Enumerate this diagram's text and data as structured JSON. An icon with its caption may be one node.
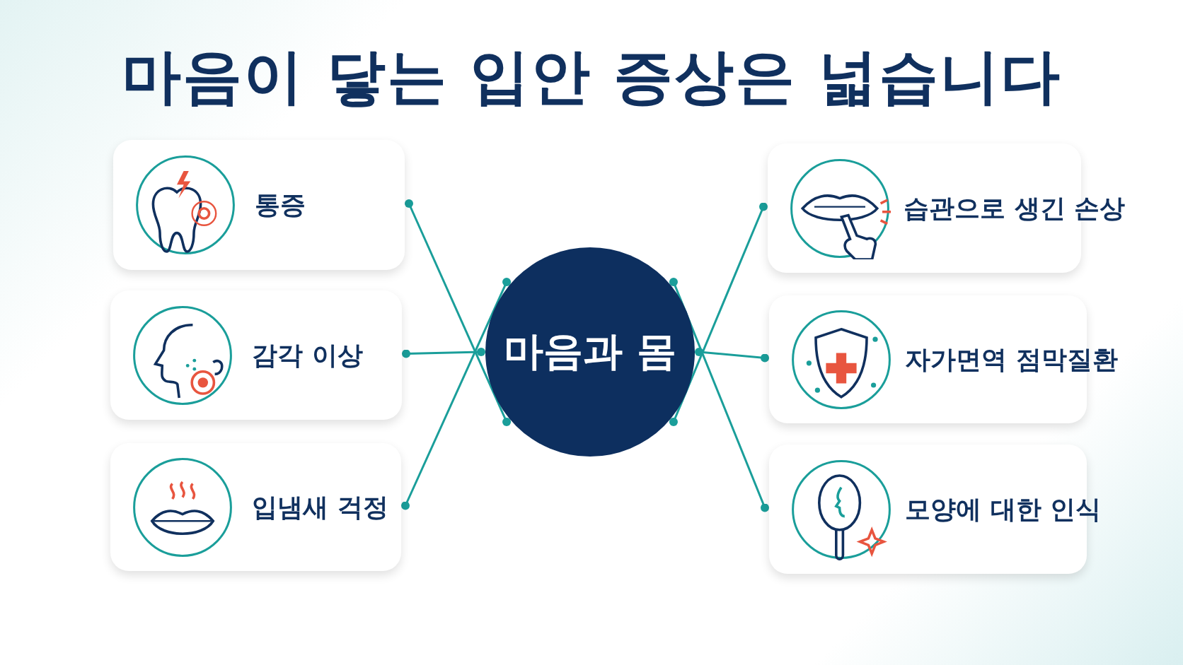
{
  "diagram": {
    "title": "마음이 닿는 입안 증상은 넓습니다",
    "nodes": [
      {
        "text": [
          "마음과 몸"
        ]
      },
      {
        "text": [
          "통증"
        ]
      },
      {
        "text": [
          "감각 이상"
        ]
      },
      {
        "text": [
          "입냄새 걱정"
        ]
      },
      {
        "text": [
          "습관으로 생긴 손상"
        ]
      },
      {
        "text": [
          "자가면역 점막질환"
        ]
      },
      {
        "text": [
          "모양에 대한 인식"
        ]
      }
    ],
    "edges": [
      {
        "from": 0,
        "to": 1,
        "arrow": "other"
      },
      {
        "from": 0,
        "to": 2,
        "arrow": "other"
      },
      {
        "from": 0,
        "to": 3,
        "arrow": "other"
      },
      {
        "from": 0,
        "to": 4,
        "arrow": "other"
      },
      {
        "from": 0,
        "to": 5,
        "arrow": "other"
      },
      {
        "from": 0,
        "to": 6,
        "arrow": "other"
      }
    ]
  }
}
